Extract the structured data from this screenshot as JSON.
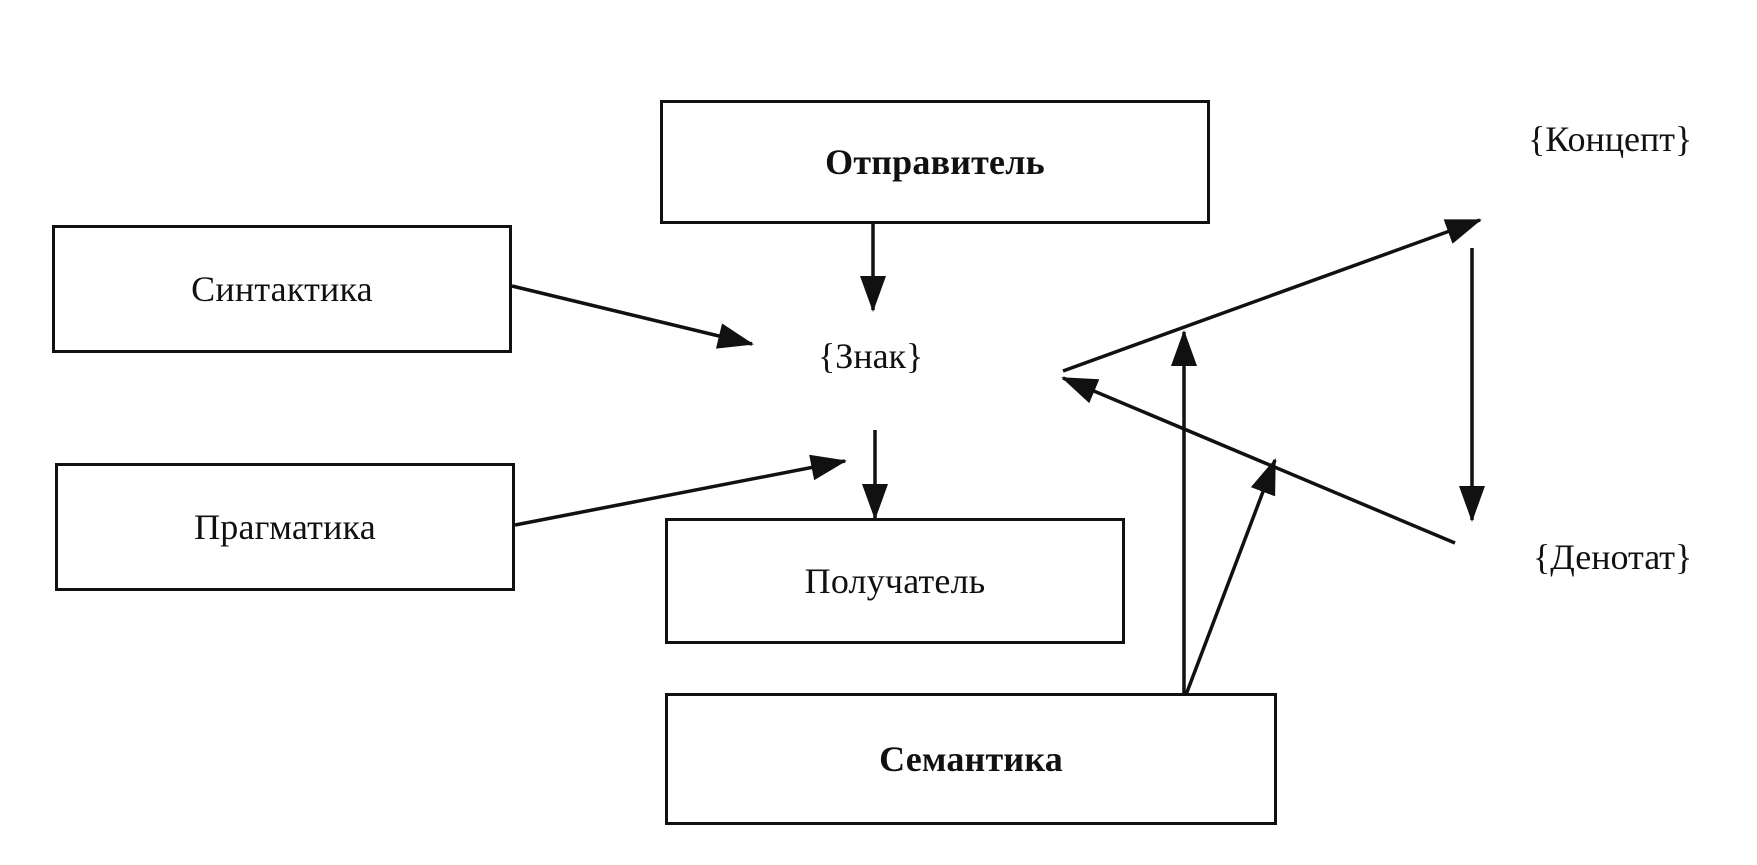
{
  "diagram": {
    "boxes": {
      "sender": "Отправитель",
      "syntactics": "Синтактика",
      "pragmatics": "Прагматика",
      "receiver": "Получатель",
      "semantics": "Семантика"
    },
    "nodes": {
      "sign": "{Знак}",
      "concept": "{Концепт}",
      "denotat": "{Денотат}"
    }
  },
  "colors": {
    "line": "#111111",
    "background": "#ffffff"
  }
}
